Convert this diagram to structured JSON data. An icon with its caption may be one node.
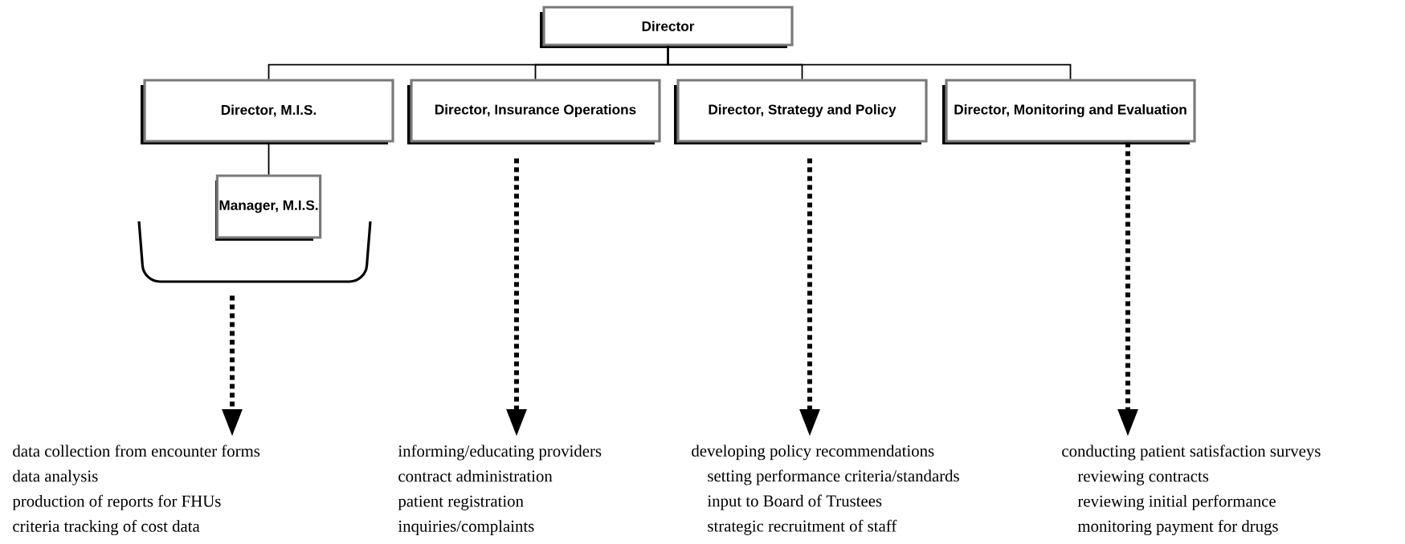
{
  "diagram": {
    "nodes": [
      {
        "text": [
          "Director"
        ]
      },
      {
        "text": [
          "Director, M.I.S."
        ]
      },
      {
        "text": [
          "Director, Insurance Operations"
        ]
      },
      {
        "text": [
          "Director, Strategy and Policy"
        ]
      },
      {
        "text": [
          "Director, Monitoring and Evaluation"
        ]
      },
      {
        "text": [
          "Manager, M.I.S."
        ]
      },
      {
        "text": [],
        "shape": "bracket"
      },
      {
        "text": [
          "data collection from encounter forms",
          "data analysis",
          "production of reports for FHUs",
          "criteria tracking of cost data"
        ]
      },
      {
        "text": [
          "informing/educating providers",
          "contract administration",
          "patient registration",
          "inquiries/complaints"
        ]
      },
      {
        "text": [
          "developing policy recommendations",
          "setting performance criteria/standards",
          "input to Board of Trustees",
          "strategic recruitment of staff"
        ]
      },
      {
        "text": [
          "conducting patient satisfaction surveys",
          "reviewing contracts",
          "reviewing initial performance",
          "monitoring payment for drugs"
        ]
      }
    ],
    "edges": [
      {
        "from": 0,
        "to": 1,
        "arrow": "none"
      },
      {
        "from": 0,
        "to": 2,
        "arrow": "none"
      },
      {
        "from": 0,
        "to": 3,
        "arrow": "none"
      },
      {
        "from": 0,
        "to": 4,
        "arrow": "none"
      },
      {
        "from": 1,
        "to": 5,
        "arrow": "none"
      },
      {
        "from": 6,
        "to": 7,
        "arrow": "to",
        "style": "dashed"
      },
      {
        "from": 2,
        "to": 8,
        "arrow": "to",
        "style": "dashed"
      },
      {
        "from": 3,
        "to": 9,
        "arrow": "to",
        "style": "dashed"
      },
      {
        "from": 4,
        "to": 10,
        "arrow": "to",
        "style": "dashed"
      }
    ]
  }
}
